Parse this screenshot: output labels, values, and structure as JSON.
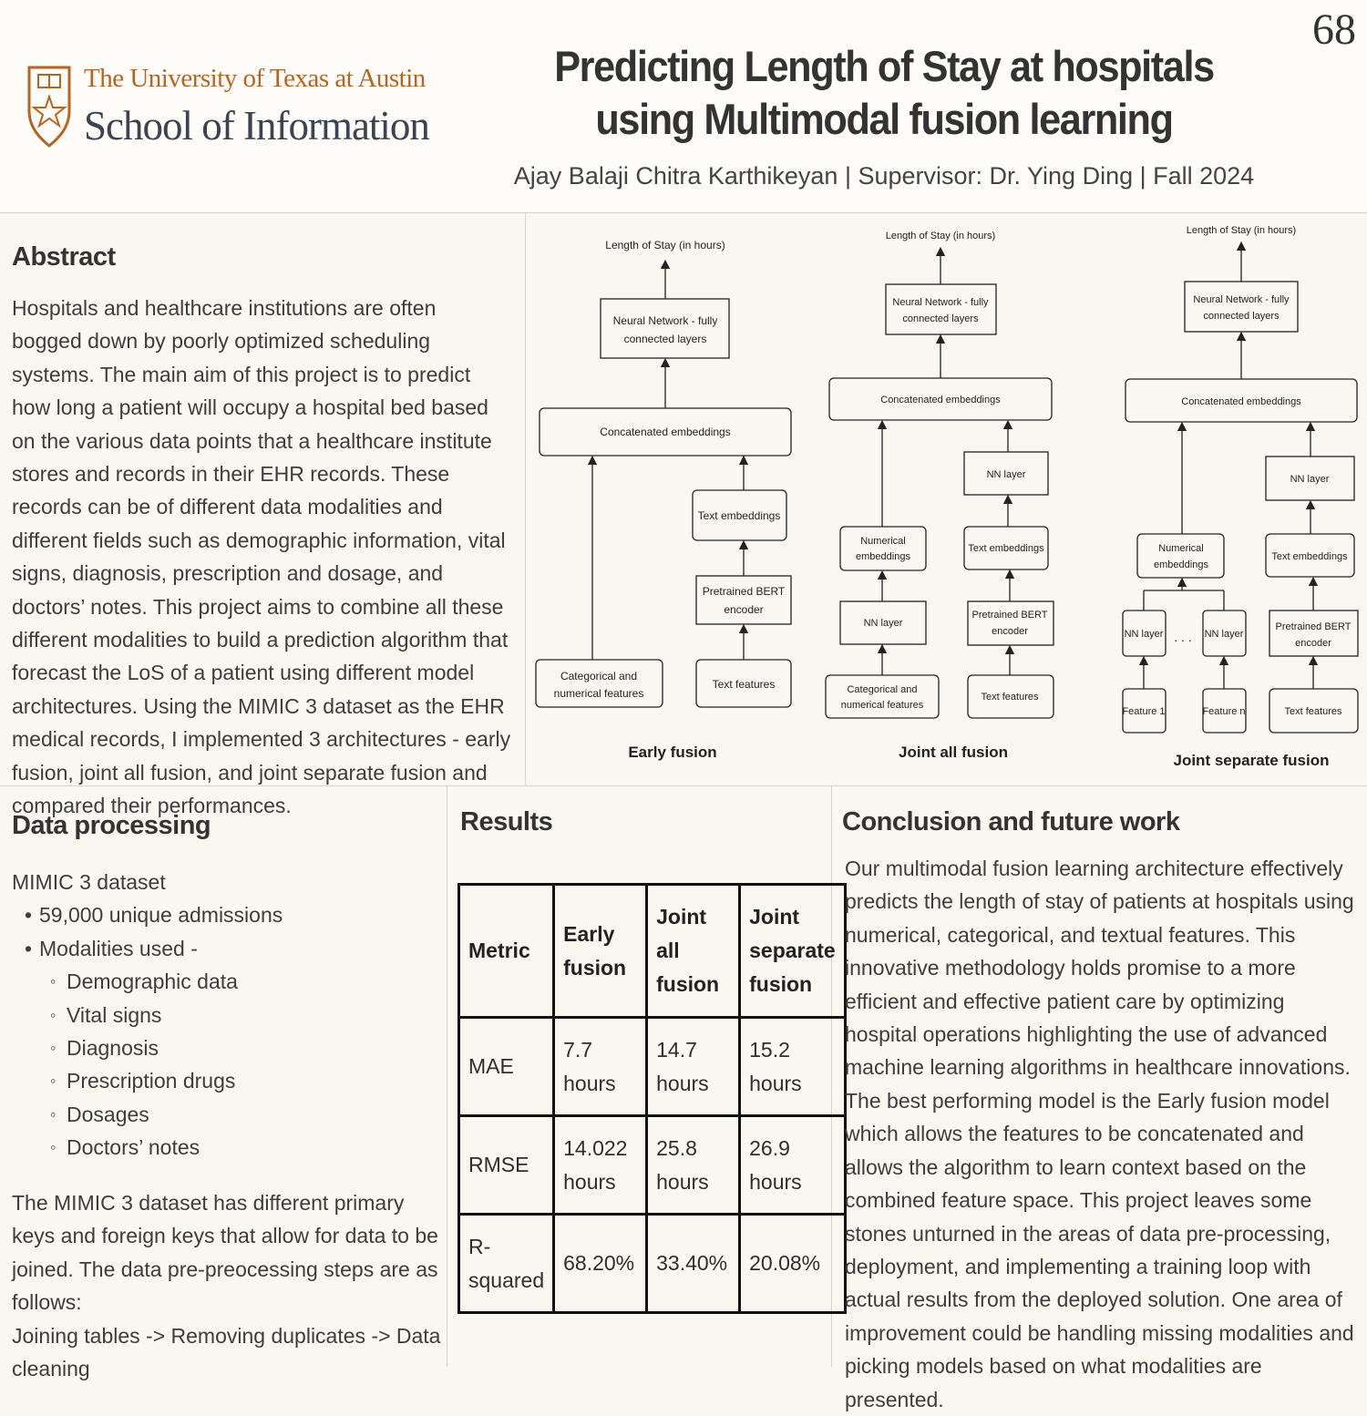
{
  "header": {
    "page_number": "68",
    "university": "The University of Texas at Austin",
    "school": "School of Information",
    "title": "Predicting Length of Stay at hospitals using Multimodal fusion learning",
    "byline": "Ajay Balaji Chitra Karthikeyan | Supervisor: Dr. Ying Ding | Fall 2024"
  },
  "abstract": {
    "title": "Abstract",
    "text": "Hospitals and healthcare institutions are often bogged down by poorly optimized scheduling systems. The main aim of this project is to predict how long a patient will occupy a hospital bed based on the various data points that a healthcare institute stores and records in their EHR records. These records can be of different data modalities and different fields such as demographic information, vital signs, diagnosis, prescription and dosage, and doctors’ notes. This project aims to combine all these different modalities to build a prediction algorithm that forecast the LoS of a patient using different model architectures. Using the MIMIC 3 dataset as the EHR medical records, I implemented 3 architectures - early fusion, joint all fusion, and joint separate fusion and compared their performances."
  },
  "diagrams": {
    "early": {
      "caption": "Early fusion",
      "output": "Length of Stay (in hours)",
      "nn": [
        "Neural Network - fully",
        "connected layers"
      ],
      "concat": "Concatenated embeddings",
      "text_emb": "Text embeddings",
      "bert": [
        "Pretrained BERT",
        "encoder"
      ],
      "cat": [
        "Categorical and",
        "numerical features"
      ],
      "text_feat": "Text features"
    },
    "joint_all": {
      "caption": "Joint all fusion",
      "output": "Length of Stay (in hours)",
      "nn": [
        "Neural Network - fully",
        "connected layers"
      ],
      "concat": "Concatenated embeddings",
      "nn_layer": "NN layer",
      "num_emb": [
        "Numerical",
        "embeddings"
      ],
      "text_emb": "Text embeddings",
      "nn_layer2": "NN layer",
      "bert": [
        "Pretrained BERT",
        "encoder"
      ],
      "cat": [
        "Categorical and",
        "numerical features"
      ],
      "text_feat": "Text features"
    },
    "joint_separate": {
      "caption": "Joint separate fusion",
      "output": "Length of Stay (in hours)",
      "nn": [
        "Neural Network - fully",
        "connected layers"
      ],
      "concat": "Concatenated embeddings",
      "nn_layer": "NN layer",
      "num_emb": [
        "Numerical",
        "embeddings"
      ],
      "text_emb": "Text embeddings",
      "nn1": "NN layer",
      "dots": ". . .",
      "nnn": "NN layer",
      "bert": [
        "Pretrained BERT",
        "encoder"
      ],
      "feat1": "Feature 1",
      "featn": "Feature n",
      "text_feat": "Text features"
    }
  },
  "data_processing": {
    "title": "Data processing",
    "dataset": "MIMIC 3 dataset",
    "bullets": [
      "59,000 unique admissions",
      "Modalities used -"
    ],
    "modalities": [
      "Demographic data",
      "Vital signs",
      "Diagnosis",
      "Prescription drugs",
      "Dosages",
      "Doctors’ notes"
    ],
    "text": "The MIMIC 3 dataset has different primary keys and foreign keys that allow for data to be joined. The data pre-preocessing steps are as follows:",
    "pipeline": "Joining tables -> Removing duplicates -> Data cleaning"
  },
  "results": {
    "title": "Results",
    "headers": [
      "Metric",
      "Early fusion",
      "Joint all fusion",
      "Joint separate fusion"
    ],
    "rows": [
      [
        "MAE",
        "7.7 hours",
        "14.7 hours",
        "15.2 hours"
      ],
      [
        "RMSE",
        "14.022 hours",
        "25.8 hours",
        "26.9 hours"
      ],
      [
        "R-squared",
        "68.20%",
        "33.40%",
        "20.08%"
      ]
    ]
  },
  "conclusion": {
    "title": "Conclusion and future work",
    "p1": "Our multimodal fusion learning architecture effectively predicts the length of stay of patients at hospitals using numerical, categorical, and textual features. This innovative methodology holds promise to a more efficient and effective patient care by optimizing hospital operations highlighting the use of advanced machine learning algorithms in healthcare innovations.",
    "p2": "The best performing model is the Early fusion model which allows the features to be concatenated and allows the algorithm to learn context based on the combined feature space. This project leaves some stones unturned in the areas of data pre-processing, deployment, and implementing a training loop with actual results from the deployed solution. One area of improvement could be handling missing modalities and picking models based on what modalities are presented."
  }
}
